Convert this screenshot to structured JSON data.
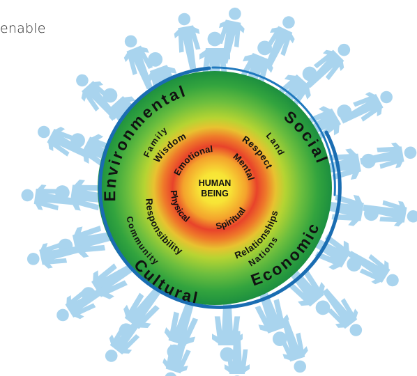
{
  "header": {
    "partial_text": "enable"
  },
  "center": {
    "line1": "HUMAN",
    "line2": "BEING"
  },
  "inner_ring": [
    "Emotional",
    "Mental",
    "Spiritual",
    "Physical"
  ],
  "middle_ring_values": [
    "Wisdom",
    "Respect",
    "Relationships",
    "Responsibility"
  ],
  "middle_ring_connections": [
    "Family",
    "Land",
    "Nations",
    "Community"
  ],
  "outer_ring": [
    "Environmental",
    "Social",
    "Economic",
    "Cultural"
  ],
  "colors": {
    "figures": "#a9d4ee",
    "outer_green": "#1c8f3f",
    "ring_blue": "#1a6db2",
    "yellow_green": "#b6d432",
    "orange": "#f28c28",
    "red": "#e8432a",
    "center_yellow": "#f7ec3a"
  }
}
